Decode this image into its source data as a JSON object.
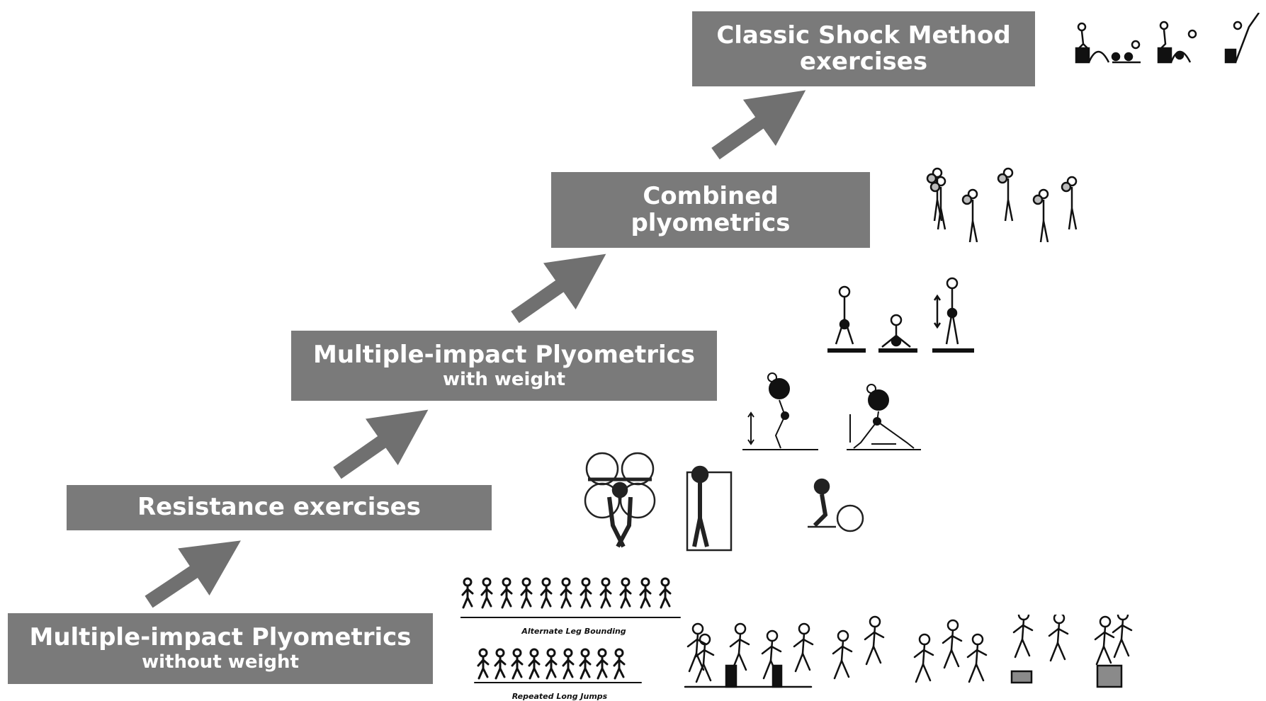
{
  "stages": [
    {
      "main": "Multiple-impact Plyometrics",
      "sub": "without weight"
    },
    {
      "main": "Resistance exercises",
      "sub": ""
    },
    {
      "main": "Multiple-impact Plyometrics",
      "sub": "with weight"
    },
    {
      "main": "Combined",
      "sub": "plyometrics"
    },
    {
      "main": "Classic Shock Method",
      "sub": "exercises"
    }
  ],
  "captions": {
    "bounding": "Alternate Leg Bounding",
    "long_jumps": "Repeated Long Jumps"
  },
  "colors": {
    "box": "#7a7a7a",
    "arrow": "#707070",
    "text": "#ffffff"
  },
  "icons": [
    "arrow-up-right-icon",
    "athlete-figure-icon",
    "barbell-icon",
    "kettlebell-icon",
    "plyo-box-icon"
  ]
}
